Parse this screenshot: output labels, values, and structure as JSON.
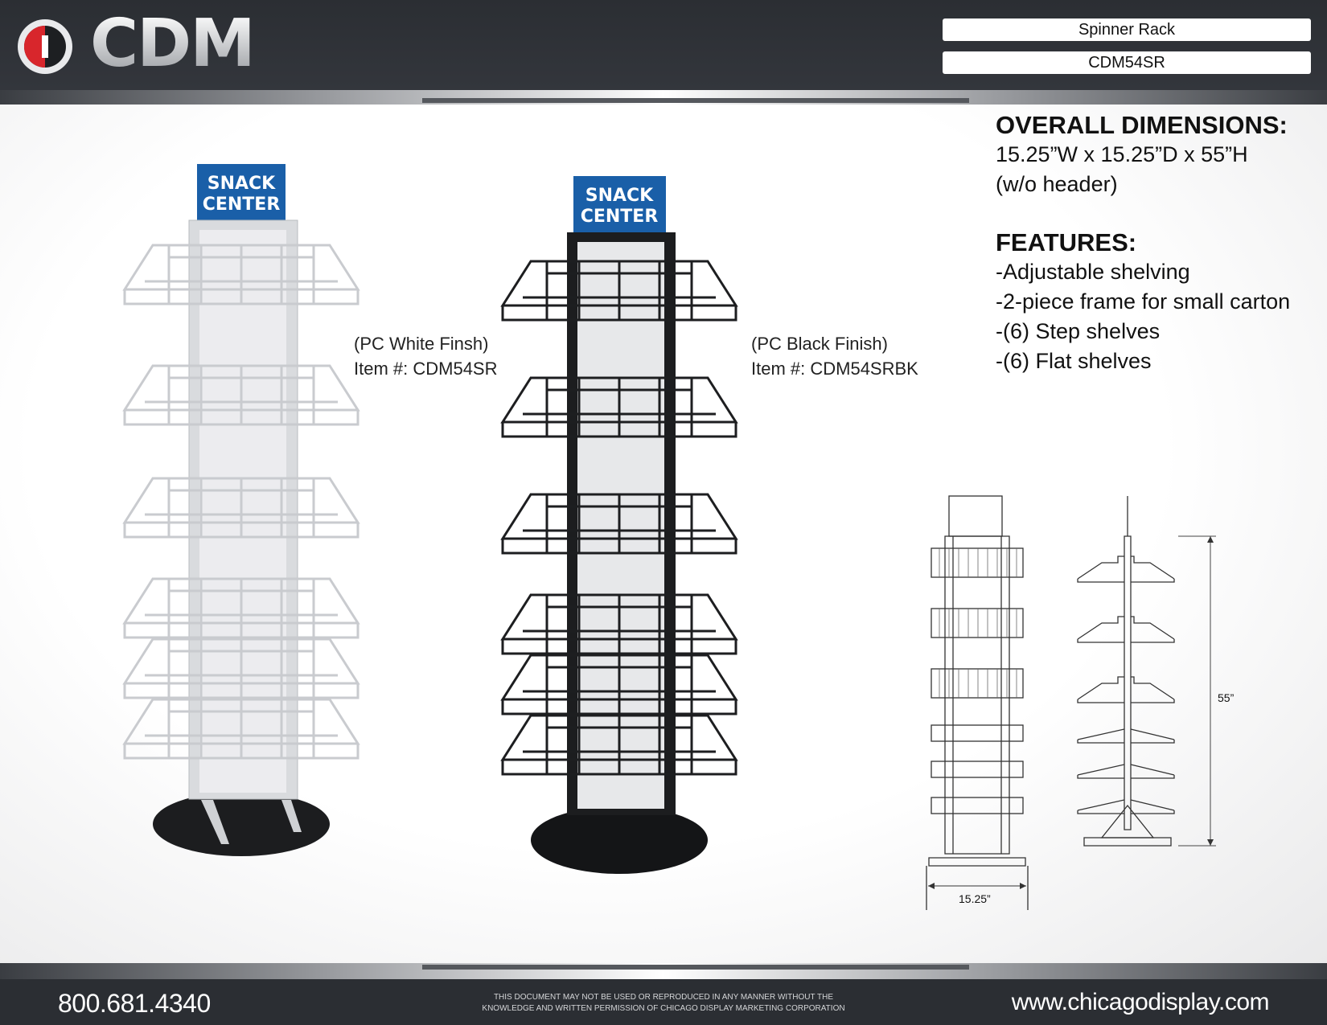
{
  "header": {
    "logo_text": "CDM",
    "product_name": "Spinner Rack",
    "product_code": "CDM54SR"
  },
  "sign_text": [
    "SNACK",
    "CENTER"
  ],
  "products": [
    {
      "finish": "(PC White Finsh)",
      "item": "Item #: CDM54SR"
    },
    {
      "finish": "(PC Black Finish)",
      "item": "Item #: CDM54SRBK"
    }
  ],
  "specs": {
    "dimensions_heading": "OVERALL DIMENSIONS:",
    "dimensions_line1": "15.25”W x 15.25”D x 55”H",
    "dimensions_line2": "(w/o header)",
    "features_heading": "FEATURES:",
    "features": [
      "-Adjustable shelving",
      "-2-piece frame for small carton",
      "-(6) Step shelves",
      "-(6) Flat shelves"
    ]
  },
  "drawing": {
    "width_label": "15.25”",
    "height_label": "55”"
  },
  "footer": {
    "phone": "800.681.4340",
    "legal_line1": "THIS DOCUMENT MAY NOT BE USED OR REPRODUCED IN ANY MANNER WITHOUT THE",
    "legal_line2": "KNOWLEDGE AND WRITTEN PERMISSION OF CHICAGO DISPLAY MARKETING CORPORATION",
    "website": "www.chicagodisplay.com"
  },
  "colors": {
    "header_bg": "#2b2e33",
    "sign_blue": "#1a5fa8",
    "logo_red": "#d8262c"
  }
}
